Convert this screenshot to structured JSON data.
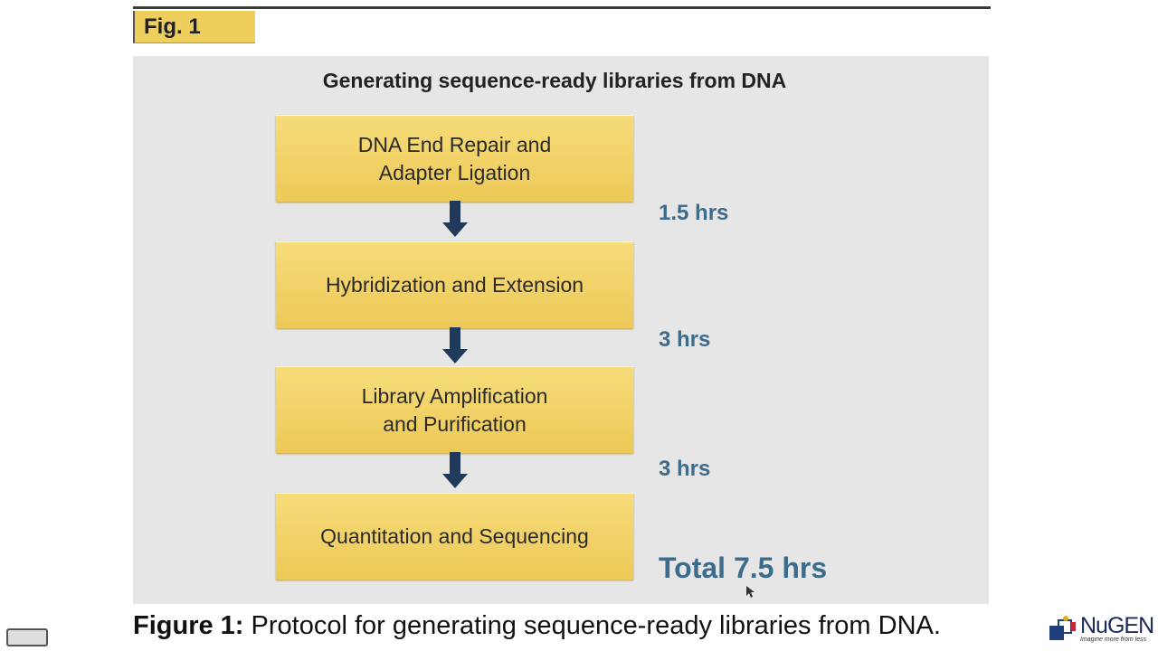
{
  "fig_tag": "Fig. 1",
  "title": "Generating sequence-ready libraries from DNA",
  "steps": [
    {
      "line1": "DNA End Repair and",
      "line2": "Adapter Ligation"
    },
    {
      "line1": "Hybridization and Extension",
      "line2": ""
    },
    {
      "line1": "Library Amplification",
      "line2": "and Purification"
    },
    {
      "line1": "Quantitation and Sequencing",
      "line2": ""
    }
  ],
  "times": [
    "1.5 hrs",
    "3 hrs",
    "3 hrs"
  ],
  "total": "Total 7.5 hrs",
  "caption": {
    "label": "Figure 1:",
    "text": " Protocol for generating sequence-ready libraries from DNA."
  },
  "logo": {
    "name": "NuGEN",
    "tagline": "Imagine more from less"
  },
  "colors": {
    "box": "#efcf5c",
    "arrow": "#1f3a5a",
    "time": "#3d6b8b",
    "panel": "#e6e6e6"
  }
}
